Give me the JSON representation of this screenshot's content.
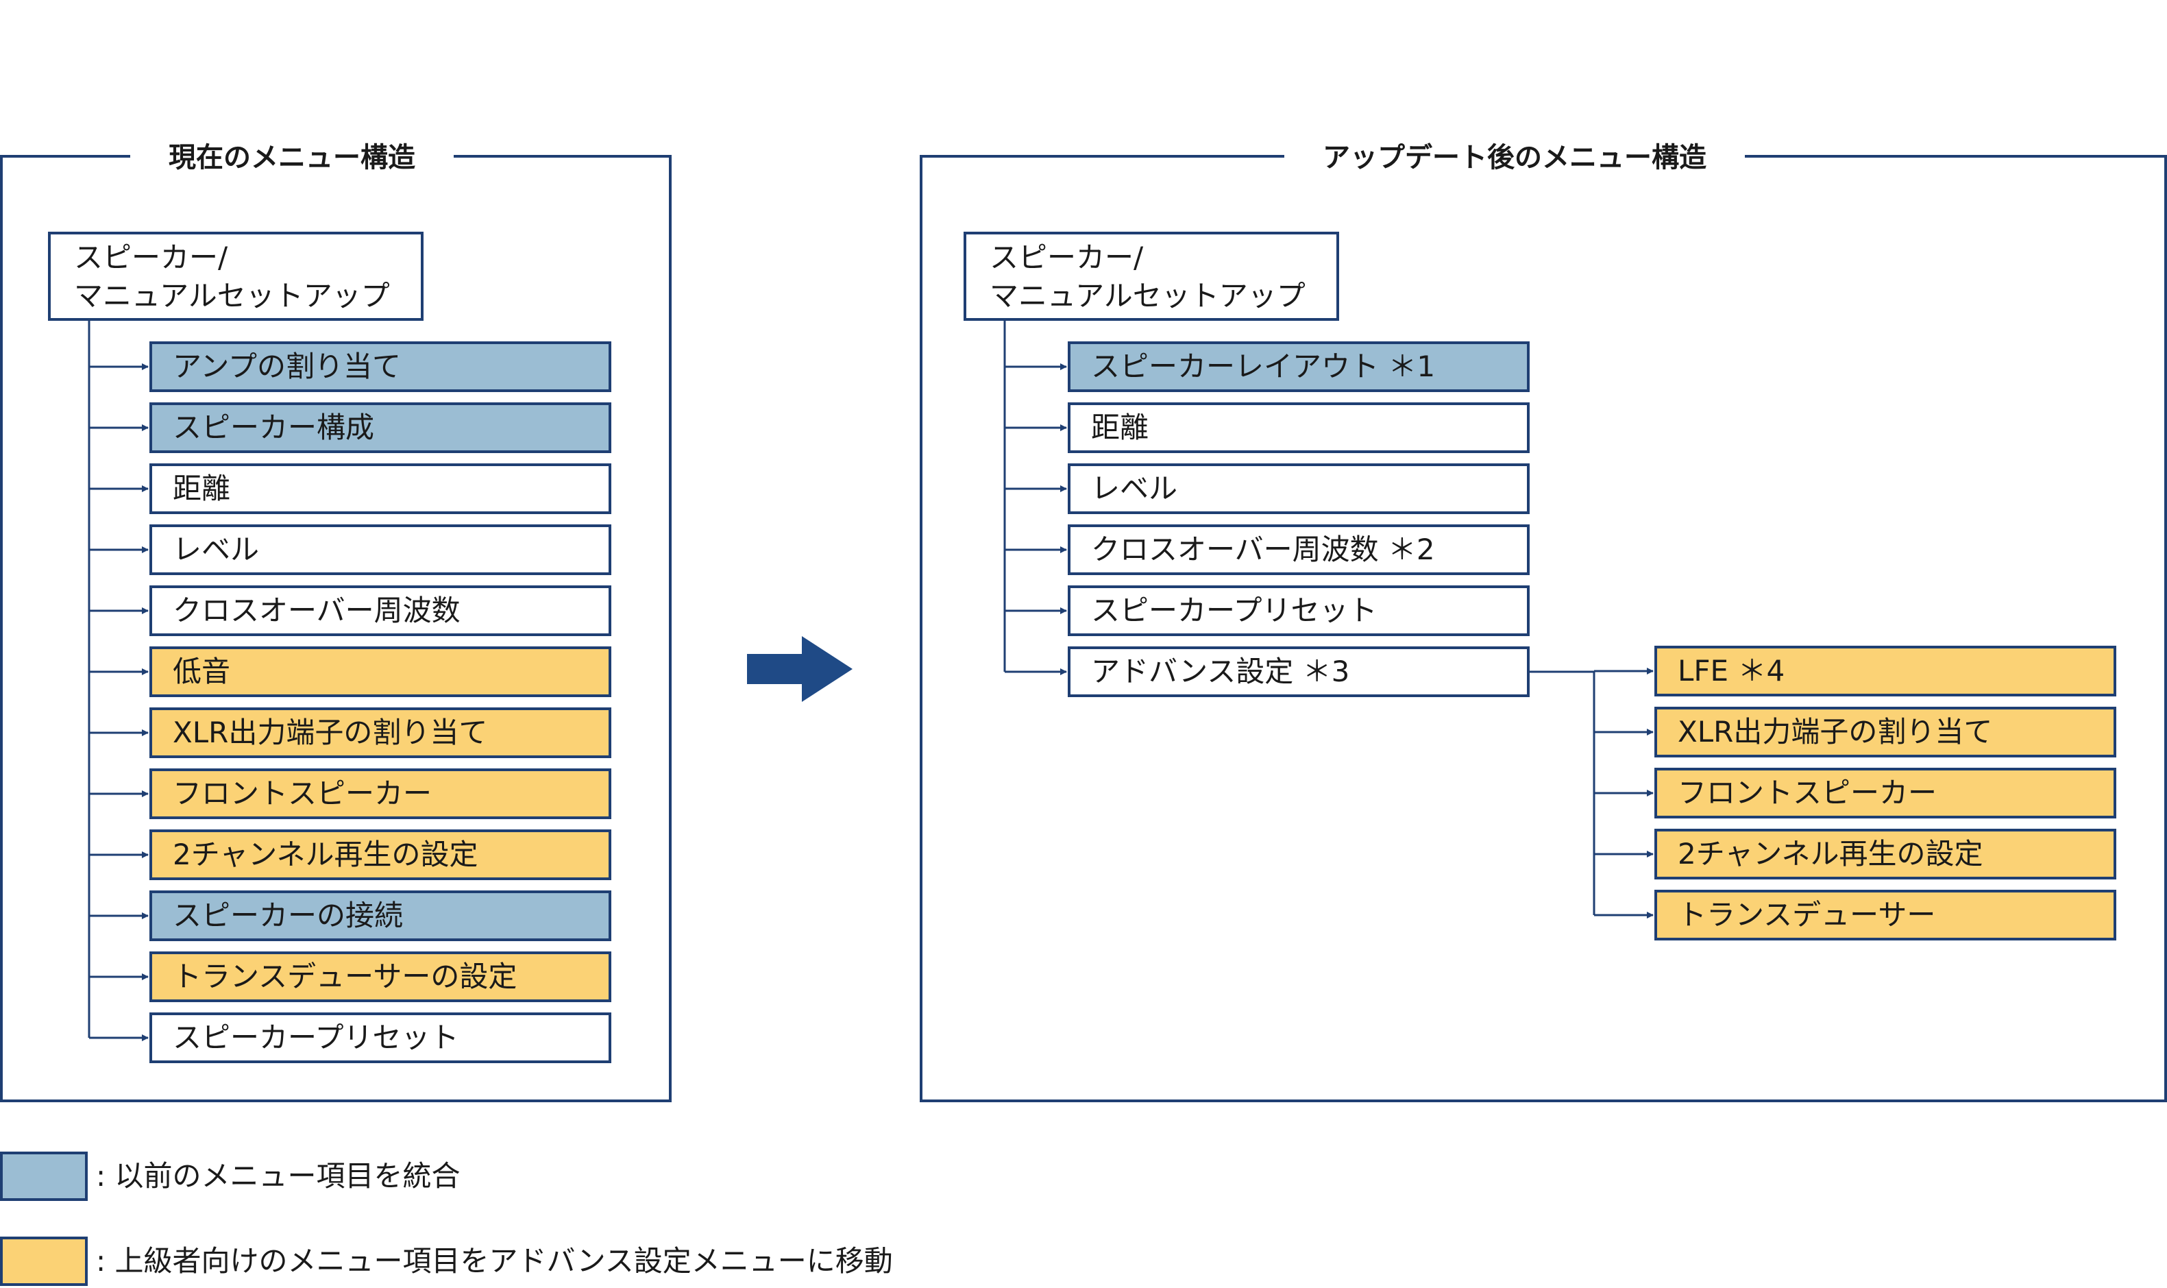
{
  "colors": {
    "line": "#1f3f73",
    "merged": "#9bbdd3",
    "moved": "#fbd275"
  },
  "left_panel": {
    "title": "現在のメニュー構造",
    "root": [
      "スピーカー/",
      "マニュアルセットアップ"
    ],
    "items": [
      {
        "label": "アンプの割り当て",
        "category": "merged"
      },
      {
        "label": "スピーカー構成",
        "category": "merged"
      },
      {
        "label": "距離",
        "category": "plain"
      },
      {
        "label": "レベル",
        "category": "plain"
      },
      {
        "label": "クロスオーバー周波数",
        "category": "plain"
      },
      {
        "label": "低音",
        "category": "moved"
      },
      {
        "label": "XLR出力端子の割り当て",
        "category": "moved"
      },
      {
        "label": "フロントスピーカー",
        "category": "moved"
      },
      {
        "label": "2チャンネル再生の設定",
        "category": "moved"
      },
      {
        "label": "スピーカーの接続",
        "category": "merged"
      },
      {
        "label": "トランスデューサーの設定",
        "category": "moved"
      },
      {
        "label": "スピーカープリセット",
        "category": "plain"
      }
    ]
  },
  "arrow_icon": "right-arrow-icon",
  "right_panel": {
    "title": "アップデート後のメニュー構造",
    "root": [
      "スピーカー/",
      "マニュアルセットアップ"
    ],
    "items": [
      {
        "label": "スピーカーレイアウト ＊1",
        "category": "merged"
      },
      {
        "label": "距離",
        "category": "plain"
      },
      {
        "label": "レベル",
        "category": "plain"
      },
      {
        "label": "クロスオーバー周波数 ＊2",
        "category": "plain"
      },
      {
        "label": "スピーカープリセット",
        "category": "plain"
      },
      {
        "label": "アドバンス設定 ＊3",
        "category": "plain"
      }
    ],
    "sub_items": [
      {
        "label": "LFE ＊4",
        "category": "moved"
      },
      {
        "label": "XLR出力端子の割り当て",
        "category": "moved"
      },
      {
        "label": "フロントスピーカー",
        "category": "moved"
      },
      {
        "label": "2チャンネル再生の設定",
        "category": "moved"
      },
      {
        "label": "トランスデューサー",
        "category": "moved"
      }
    ]
  },
  "legend": [
    {
      "category": "merged",
      "text": ": 以前のメニュー項目を統合"
    },
    {
      "category": "moved",
      "text": ": 上級者向けのメニュー項目をアドバンス設定メニューに移動"
    }
  ]
}
